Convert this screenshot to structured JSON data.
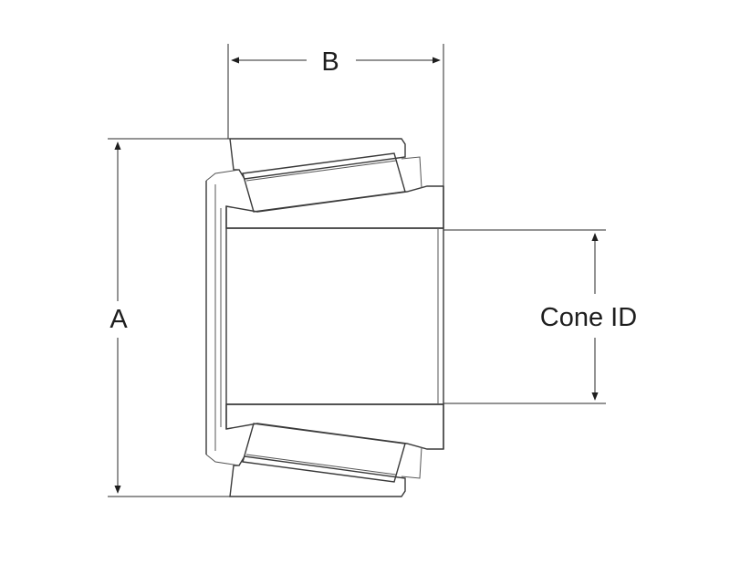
{
  "diagram": {
    "labels": {
      "dim_a": "A",
      "dim_b": "B",
      "cone_id": "Cone ID"
    },
    "colors": {
      "line": "#3a3a3a",
      "hatch": "#6a6a6a",
      "background": "#ffffff"
    }
  }
}
